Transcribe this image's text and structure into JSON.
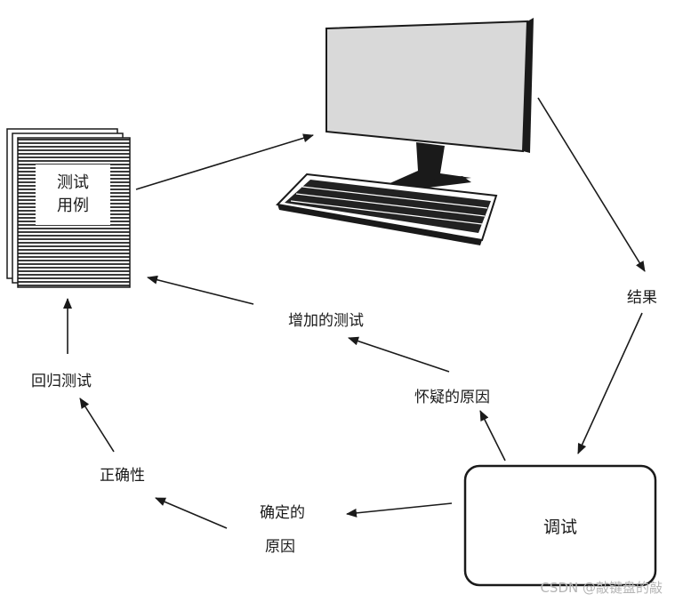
{
  "labels": {
    "test_case_line1": "测试",
    "test_case_line2": "用例",
    "result": "结果",
    "debug": "调试",
    "added_tests": "增加的测试",
    "suspected_cause": "怀疑的原因",
    "regression_test": "回归测试",
    "correctness": "正确性",
    "confirmed_cause_line1": "确定的",
    "confirmed_cause_line2": "原因"
  },
  "watermark": "CSDN @敲键盘的敲",
  "icons": [
    "document-stack-icon",
    "computer-monitor-icon",
    "keyboard-icon"
  ],
  "colors": {
    "ink": "#1a1a1a",
    "screen": "#d9d9d9",
    "watermark": "#b5b5b5"
  }
}
